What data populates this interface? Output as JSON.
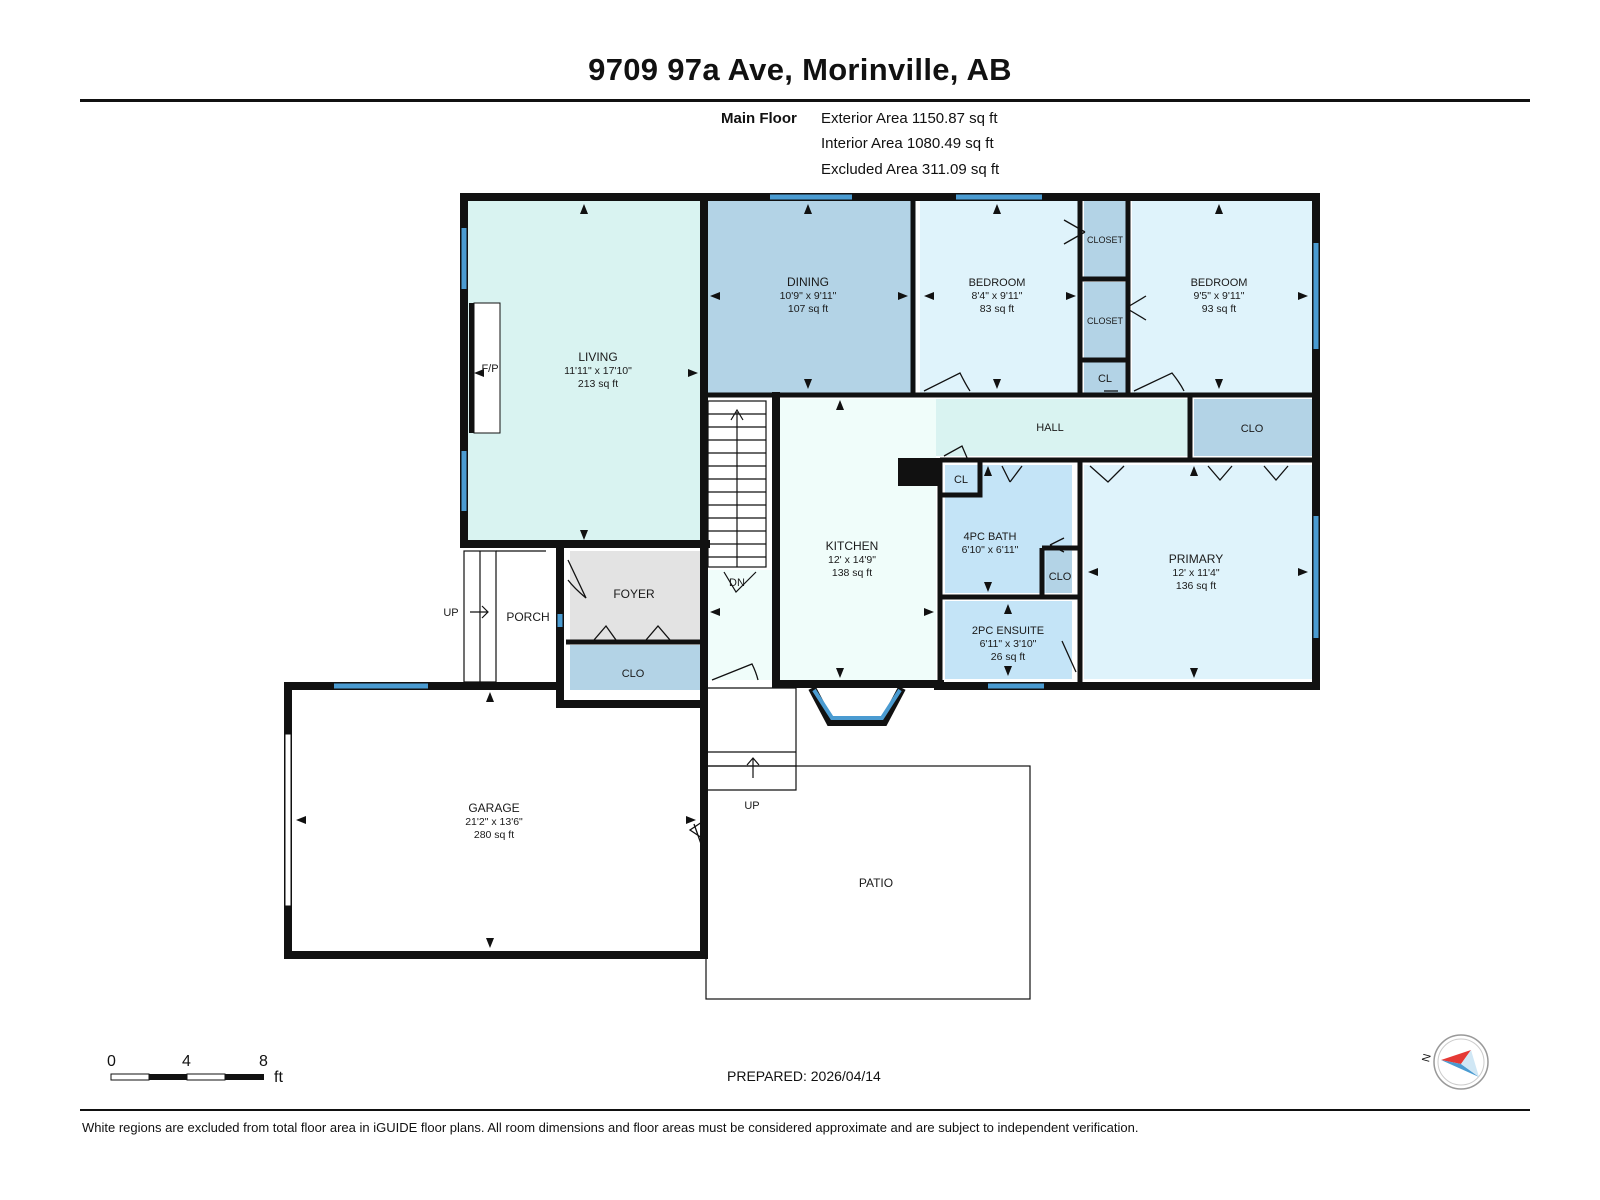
{
  "header": {
    "title": "9709 97a Ave, Morinville, AB"
  },
  "areas": {
    "floor_label": "Main Floor",
    "exterior": "Exterior Area 1150.87 sq ft",
    "interior": "Interior Area 1080.49 sq ft",
    "excluded": "Excluded Area 311.09 sq ft"
  },
  "rooms": {
    "living": {
      "name": "LIVING",
      "dims": "11'11\" x 17'10\"",
      "area": "213 sq ft"
    },
    "dining": {
      "name": "DINING",
      "dims": "10'9\" x 9'11\"",
      "area": "107 sq ft"
    },
    "bedroom1": {
      "name": "BEDROOM",
      "dims": "8'4\" x 9'11\"",
      "area": "83 sq ft"
    },
    "bedroom2": {
      "name": "BEDROOM",
      "dims": "9'5\" x 9'11\"",
      "area": "93 sq ft"
    },
    "kitchen": {
      "name": "KITCHEN",
      "dims": "12' x 14'9\"",
      "area": "138 sq ft"
    },
    "bath4pc": {
      "name": "4PC BATH",
      "dims": "6'10\" x 6'11\""
    },
    "ensuite": {
      "name": "2PC ENSUITE",
      "dims": "6'11\" x 3'10\"",
      "area": "26 sq ft"
    },
    "primary": {
      "name": "PRIMARY",
      "dims": "12' x 11'4\"",
      "area": "136 sq ft"
    },
    "garage": {
      "name": "GARAGE",
      "dims": "21'2\" x 13'6\"",
      "area": "280 sq ft"
    },
    "foyer": {
      "name": "FOYER"
    },
    "porch": {
      "name": "PORCH"
    },
    "hall": {
      "name": "HALL"
    },
    "patio": {
      "name": "PATIO"
    }
  },
  "small_labels": {
    "closet": "CLOSET",
    "clo": "CLO",
    "cl": "CL",
    "fp": "F/P",
    "dn": "DN",
    "up": "UP"
  },
  "scale": {
    "ticks": [
      "0",
      "4",
      "8"
    ],
    "unit": "ft"
  },
  "compass": {
    "label": "N"
  },
  "prepared": "PREPARED: 2026/04/14",
  "footer": "White regions are excluded from total floor area in iGUIDE floor plans. All room dimensions and floor areas must be considered approximate and are subject to independent verification.",
  "colors": {
    "living": "#d9f3f1",
    "dining": "#b3d3e6",
    "bedroom": "#dff3fb",
    "closet": "#b3d3e6",
    "kitchen": "#f0fdfa",
    "hall": "#d9f3f1",
    "bath": "#c4e4f7",
    "foyer": "#e3e3e3",
    "wall": "#111111",
    "window": "#4a9bd1"
  }
}
